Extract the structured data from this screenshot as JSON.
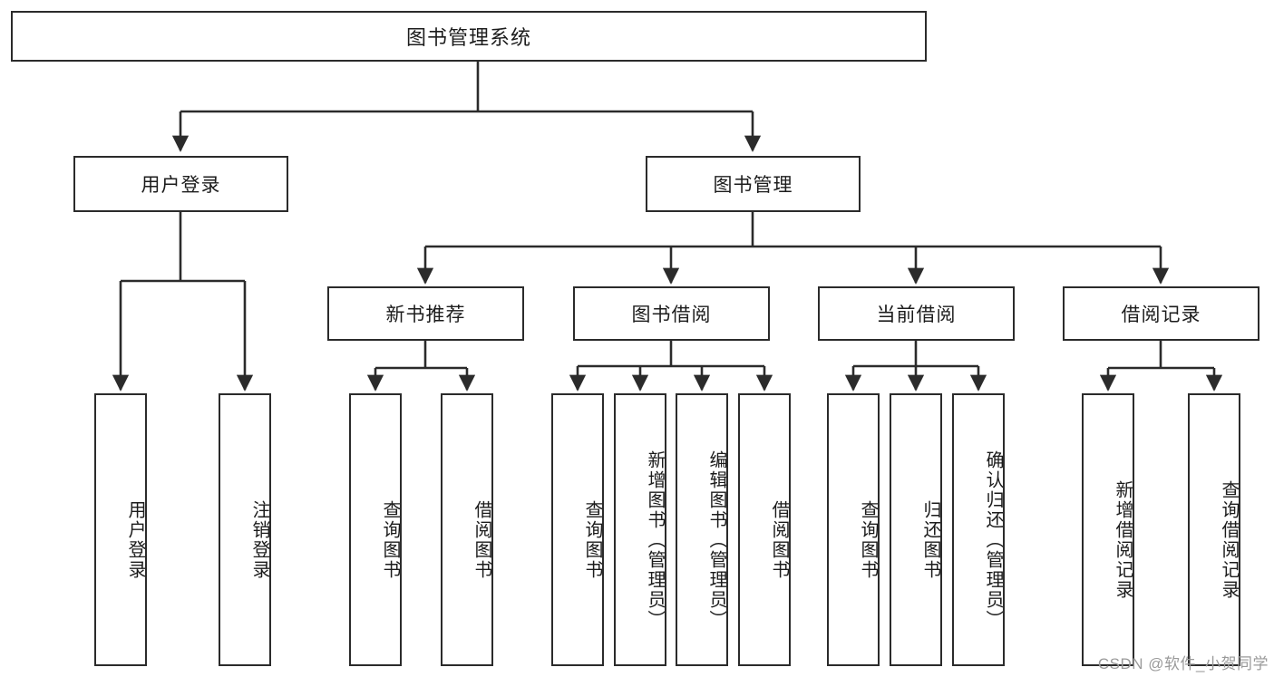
{
  "diagram": {
    "type": "tree",
    "orientation": "top-down",
    "line_color": "#2b2b2b",
    "box_fill": "#ffffff",
    "text_color": "#1c1c1c",
    "root": {
      "label": "图书管理系统"
    },
    "level2": [
      {
        "label": "用户登录"
      },
      {
        "label": "图书管理"
      }
    ],
    "level3": [
      {
        "label": "新书推荐"
      },
      {
        "label": "图书借阅"
      },
      {
        "label": "当前借阅"
      },
      {
        "label": "借阅记录"
      }
    ],
    "leaves": [
      {
        "label": "用户登录",
        "parent": "用户登录"
      },
      {
        "label": "注销登录",
        "parent": "用户登录"
      },
      {
        "label": "查询图书",
        "parent": "新书推荐"
      },
      {
        "label": "借阅图书",
        "parent": "新书推荐"
      },
      {
        "label": "查询图书",
        "parent": "图书借阅"
      },
      {
        "label": "新增图书（管理员）",
        "parent": "图书借阅"
      },
      {
        "label": "编辑图书（管理员）",
        "parent": "图书借阅"
      },
      {
        "label": "借阅图书",
        "parent": "图书借阅"
      },
      {
        "label": "查询图书",
        "parent": "当前借阅"
      },
      {
        "label": "归还图书",
        "parent": "当前借阅"
      },
      {
        "label": "确认归还（管理员）",
        "parent": "当前借阅"
      },
      {
        "label": "新增借阅记录",
        "parent": "借阅记录"
      },
      {
        "label": "查询借阅记录",
        "parent": "借阅记录"
      }
    ]
  },
  "watermark": {
    "text": "CSDN @软件_小贺同学",
    "color": "#9a9a9a"
  }
}
